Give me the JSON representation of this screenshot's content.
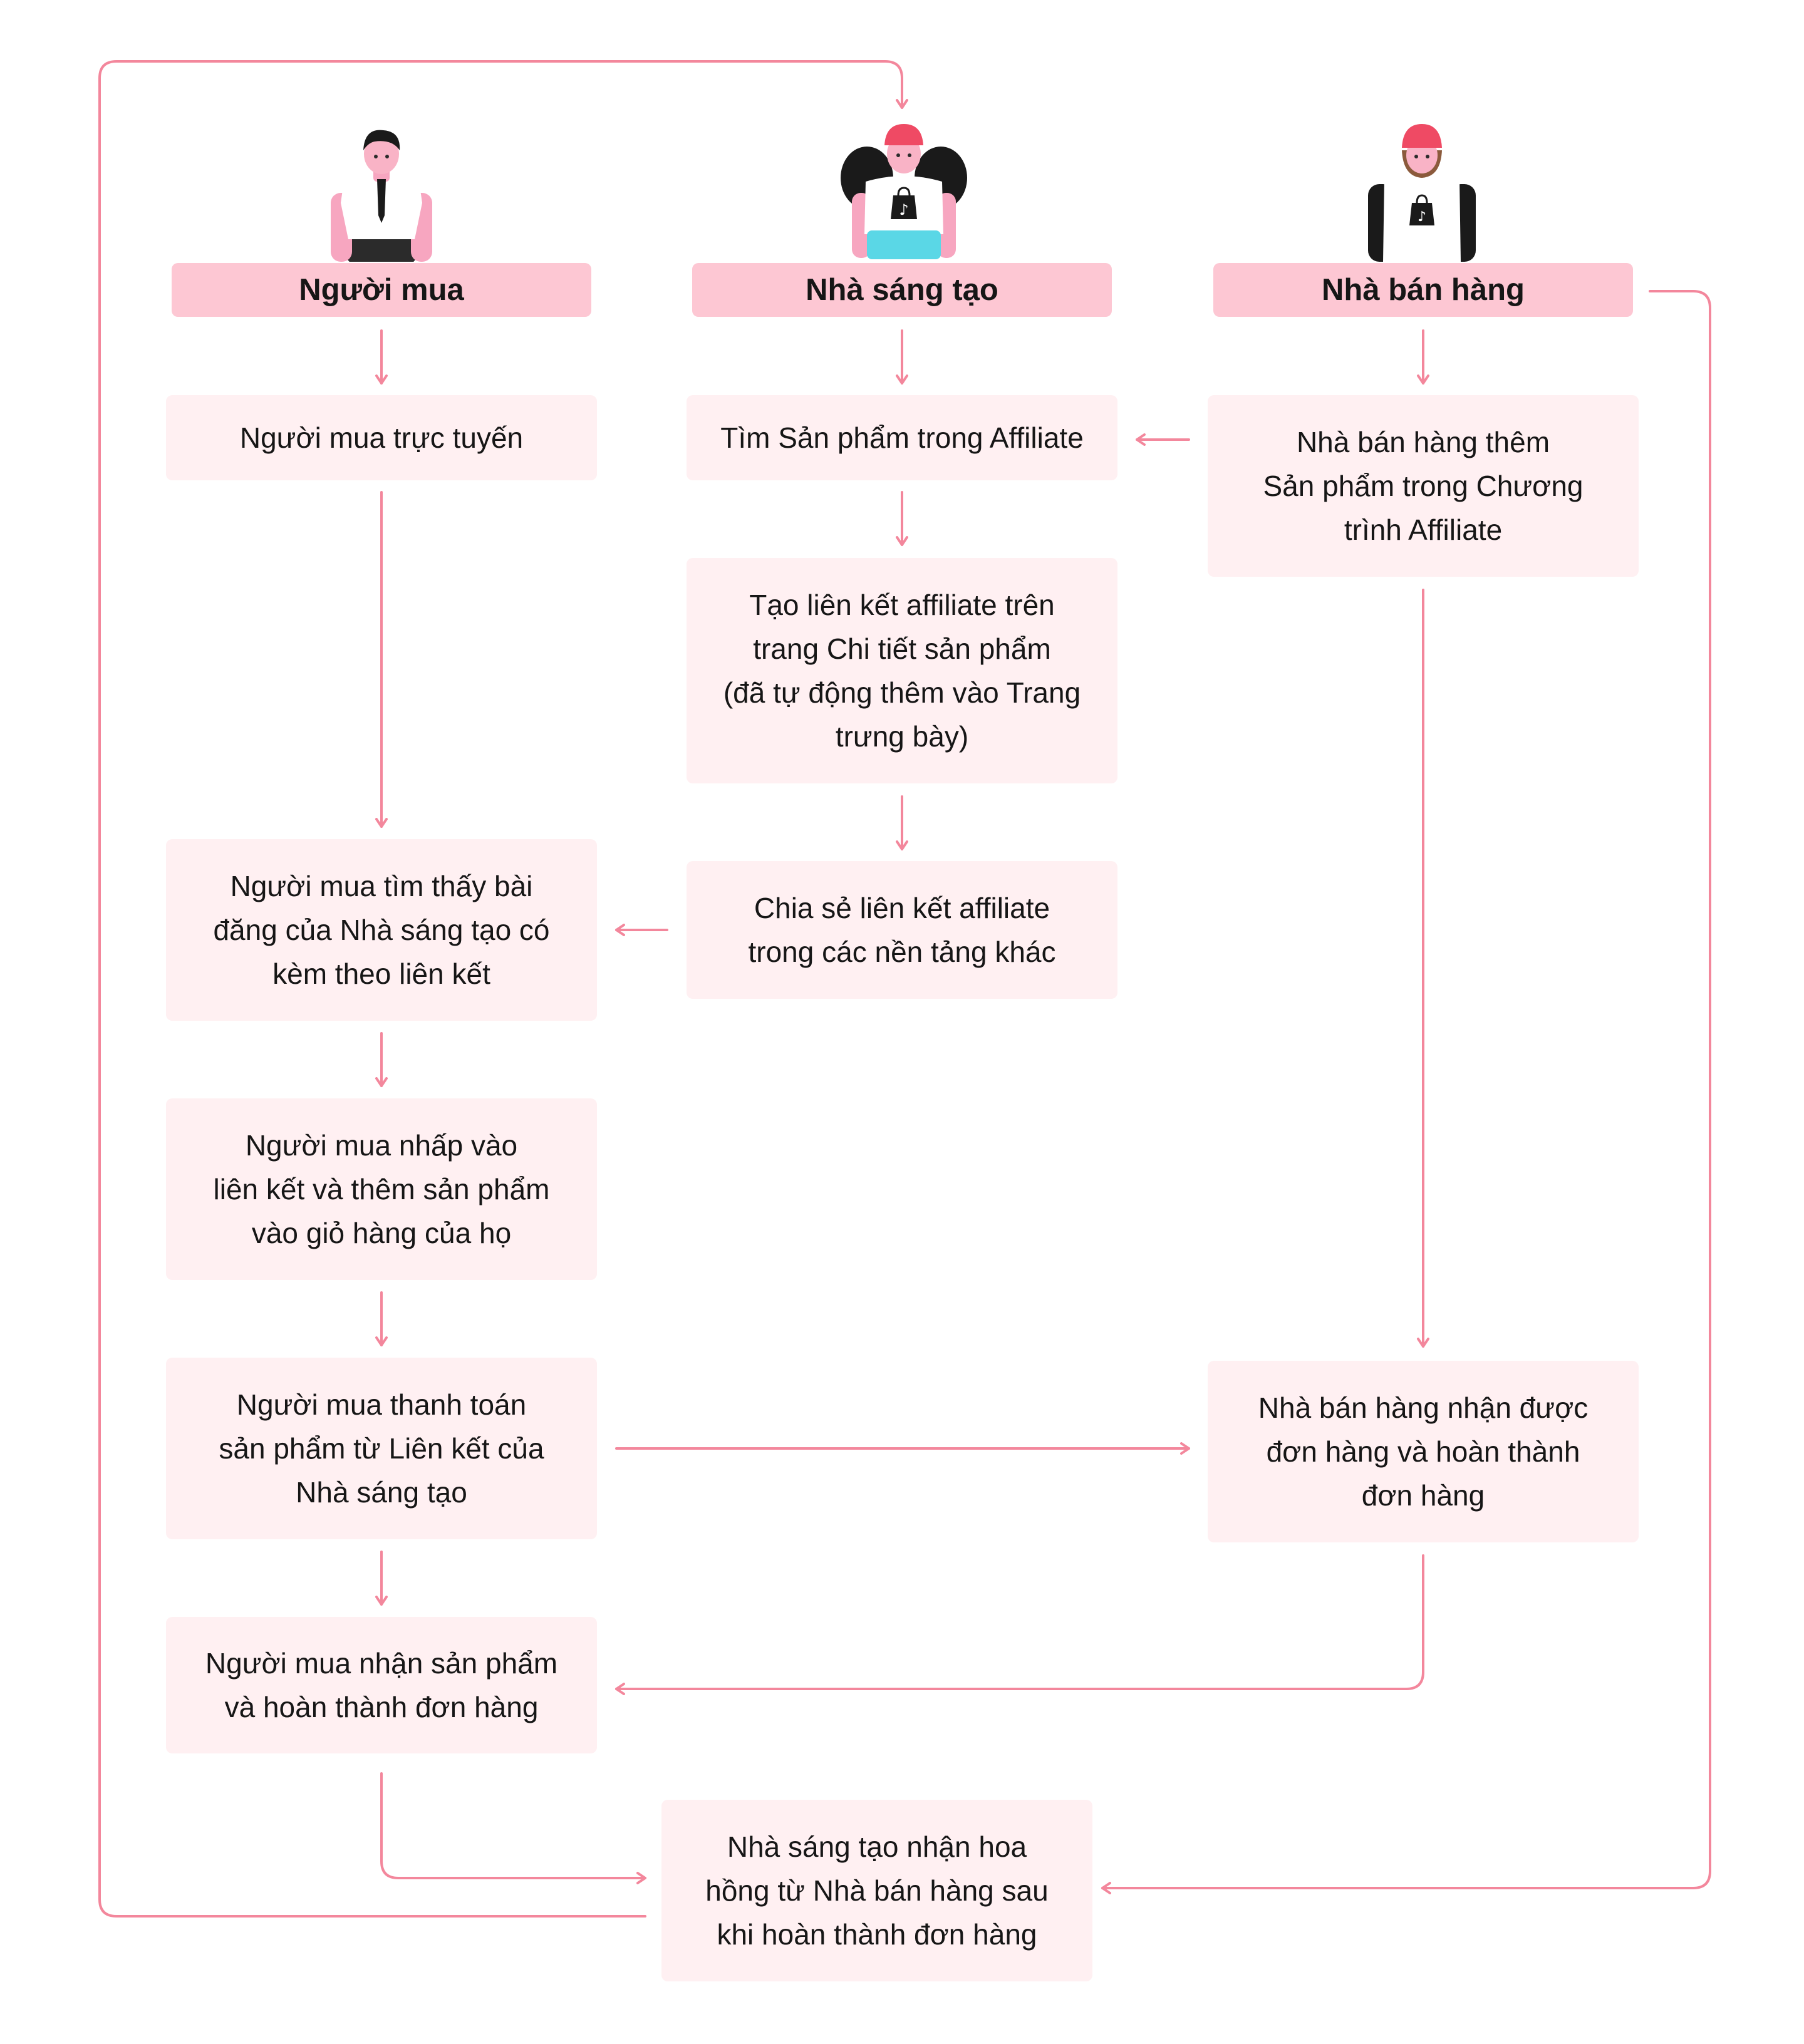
{
  "colors": {
    "accent": "#f3879c",
    "header_bg": "#fdc7d3",
    "box_bg": "#fff0f2",
    "text": "#161616"
  },
  "lanes": {
    "buyer": {
      "title": "Người mua",
      "avatar": "buyer-avatar"
    },
    "creator": {
      "title": "Nhà sáng tạo",
      "avatar": "creator-avatar"
    },
    "seller": {
      "title": "Nhà bán hàng",
      "avatar": "seller-avatar"
    }
  },
  "steps": {
    "buyer_online": "Người mua trực tuyến",
    "creator_find": "Tìm Sản phẩm trong Affiliate",
    "seller_add": "Nhà bán hàng thêm\nSản phẩm trong Chương\ntrình Affiliate",
    "creator_link": "Tạo liên kết affiliate trên\ntrang Chi tiết sản phẩm\n(đã tự động thêm vào Trang\ntrưng bày)",
    "creator_share": "Chia sẻ liên kết affiliate\ntrong các nền tảng khác",
    "buyer_find": "Người mua tìm thấy bài\nđăng của Nhà sáng tạo có\nkèm theo liên kết",
    "buyer_click": "Người mua nhấp vào\nliên kết và thêm sản phẩm\nvào giỏ hàng của họ",
    "buyer_pay": "Người mua thanh toán\nsản phẩm từ Liên kết của\nNhà sáng tạo",
    "seller_receive": "Nhà bán hàng nhận được\nđơn hàng và hoàn thành\nđơn hàng",
    "buyer_receive": "Người mua nhận sản phẩm\nvà hoàn thành đơn hàng",
    "creator_commission": "Nhà sáng tạo nhận hoa\nhồng từ Nhà bán hàng sau\nkhi hoàn thành đơn hàng"
  }
}
